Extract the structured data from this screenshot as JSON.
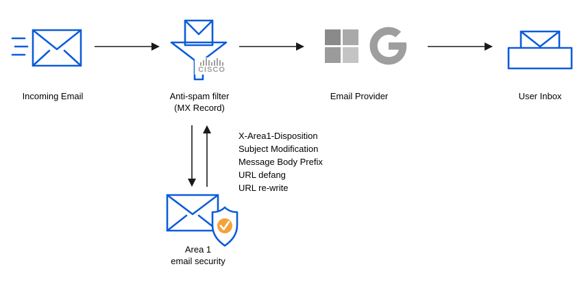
{
  "colors": {
    "primary_blue": "#0b5cd9",
    "logo_gray": "#9e9e9e",
    "ms_gray_1": "#8a8a8a",
    "ms_gray_2": "#a9a9a9",
    "ms_gray_3": "#9b9b9b",
    "ms_gray_4": "#c4c4c4",
    "accent_orange": "#f2a33c",
    "arrow_black": "#1a1a1a"
  },
  "nodes": {
    "incoming_email": {
      "label": "Incoming Email"
    },
    "antispam_filter": {
      "label_line1": "Anti-spam filter",
      "label_line2": "(MX Record)",
      "vendor_logo_text": "CISCO"
    },
    "email_provider": {
      "label": "Email Provider"
    },
    "user_inbox": {
      "label": "User Inbox"
    },
    "area1": {
      "label_line1": "Area 1",
      "label_line2": "email security"
    }
  },
  "annotations": {
    "modifications": [
      "X-Area1-Disposition",
      "Subject Modification",
      "Message Body Prefix",
      "URL defang",
      "URL re-write"
    ]
  }
}
